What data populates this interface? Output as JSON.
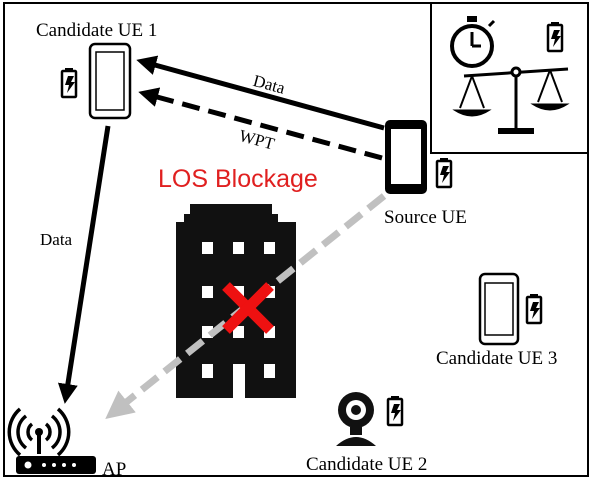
{
  "labels": {
    "candidate_ue_1": "Candidate UE 1",
    "candidate_ue_2": "Candidate UE 2",
    "candidate_ue_3": "Candidate UE 3",
    "source_ue": "Source UE",
    "ap": "AP",
    "los_blockage": "LOS Blockage",
    "link_data_top": "Data",
    "link_wpt": "WPT",
    "link_data_left": "Data"
  },
  "colors": {
    "blockage_text": "#e02020",
    "blocked_x": "#ee1111",
    "blocked_link": "#c0c0c0",
    "solid_link": "#000000"
  },
  "icons": {
    "phone": "phone-icon",
    "battery": "battery-charging-icon",
    "stopwatch": "stopwatch-icon",
    "scale": "balance-scale-icon",
    "router": "wifi-router-icon",
    "camera": "webcam-icon",
    "building": "building-icon"
  }
}
